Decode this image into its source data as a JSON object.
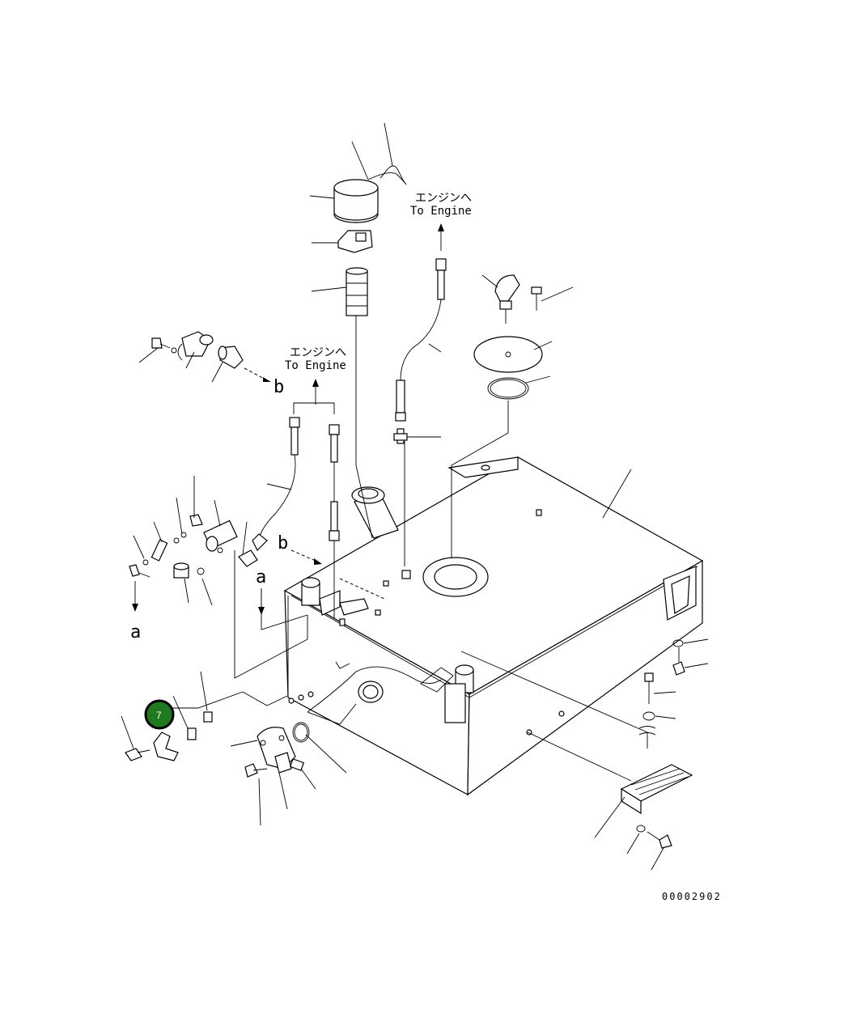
{
  "labels": {
    "engine_jp_1": "エンジンへ",
    "engine_en_1": "To Engine",
    "engine_jp_2": "エンジンへ",
    "engine_en_2": "To Engine",
    "conn_a_1": "a",
    "conn_a_2": "a",
    "conn_b_1": "b",
    "conn_b_2": "b"
  },
  "hotspot": {
    "number": "7",
    "color": "#1f7a1f"
  },
  "document_number": "00002902"
}
